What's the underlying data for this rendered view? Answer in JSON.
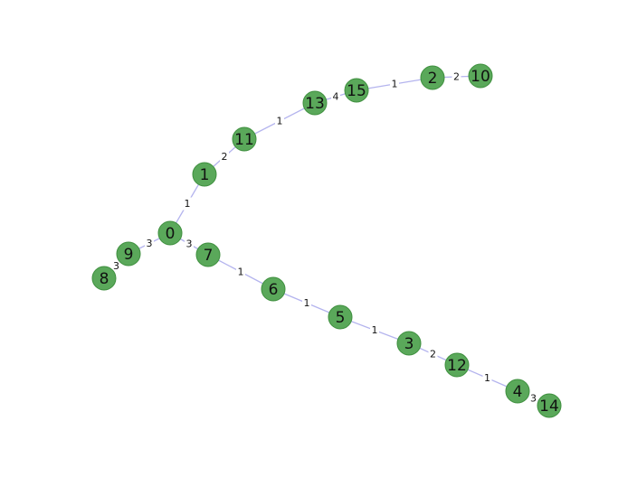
{
  "graph": {
    "node_color": "#5aa85a",
    "edge_color": "#b4b4ee",
    "nodes": [
      "0",
      "1",
      "11",
      "13",
      "15",
      "2",
      "10",
      "9",
      "8",
      "7",
      "6",
      "5",
      "3",
      "12",
      "4",
      "14"
    ],
    "edges": [
      {
        "source": "0",
        "target": "1",
        "weight": "1"
      },
      {
        "source": "1",
        "target": "11",
        "weight": "2"
      },
      {
        "source": "11",
        "target": "13",
        "weight": "1"
      },
      {
        "source": "13",
        "target": "15",
        "weight": "4"
      },
      {
        "source": "15",
        "target": "2",
        "weight": "1"
      },
      {
        "source": "2",
        "target": "10",
        "weight": "2"
      },
      {
        "source": "0",
        "target": "9",
        "weight": "3"
      },
      {
        "source": "9",
        "target": "8",
        "weight": "3"
      },
      {
        "source": "0",
        "target": "7",
        "weight": "3"
      },
      {
        "source": "7",
        "target": "6",
        "weight": "1"
      },
      {
        "source": "6",
        "target": "5",
        "weight": "1"
      },
      {
        "source": "5",
        "target": "3",
        "weight": "1"
      },
      {
        "source": "3",
        "target": "12",
        "weight": "2"
      },
      {
        "source": "12",
        "target": "4",
        "weight": "1"
      },
      {
        "source": "4",
        "target": "14",
        "weight": "3"
      }
    ]
  }
}
